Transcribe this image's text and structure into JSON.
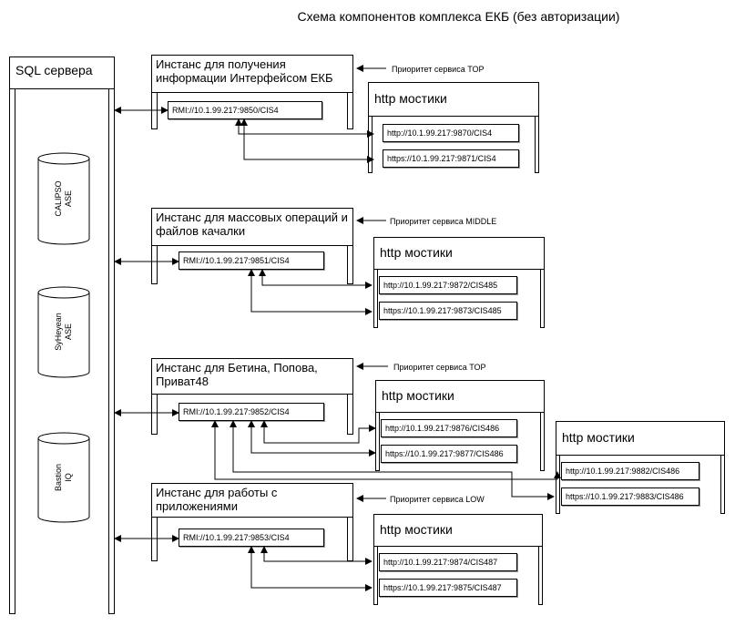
{
  "title": "Схема компонентов комплекса ЕКБ (без авторизации)",
  "sql": {
    "label": "SQL сервера",
    "databases": [
      {
        "line1": "CALIPSO",
        "line2": "ASE"
      },
      {
        "line1": "SyHeyean",
        "line2": "ASE"
      },
      {
        "line1": "Bastion",
        "line2": "IQ"
      }
    ]
  },
  "instances": [
    {
      "title": "Инстанс для получения информации Интерфейсом ЕКБ",
      "rmi": "RMI://10.1.99.217:9850/CIS4",
      "priority": "Приоритет сервиса TOP"
    },
    {
      "title": "Инстанс для массовых операций и файлов качалки",
      "rmi": "RMI://10.1.99.217:9851/CIS4",
      "priority": "Приоритет сервиса MIDDLE"
    },
    {
      "title": "Инстанс для Бетина, Попова, Приват48",
      "rmi": "RMI://10.1.99.217:9852/CIS4",
      "priority": "Приоритет сервиса TOP"
    },
    {
      "title": "Инстанс для работы с приложениями",
      "rmi": "RMI://10.1.99.217:9853/CIS4",
      "priority": "Приоритет сервиса LOW"
    }
  ],
  "bridges": [
    {
      "title": "http мостики",
      "http": "http://10.1.99.217:9870/CIS4",
      "https": "https://10.1.99.217:9871/CIS4"
    },
    {
      "title": "http мостики",
      "http": "http://10.1.99.217:9872/CIS485",
      "https": "https://10.1.99.217:9873/CIS485"
    },
    {
      "title": "http мостики",
      "http": "http://10.1.99.217:9876/CIS486",
      "https": "https://10.1.99.217:9877/CIS486"
    },
    {
      "title": "http мостики",
      "http": "http://10.1.99.217:9882/CIS486",
      "https": "https://10.1.99.217:9883/CIS486"
    },
    {
      "title": "http мостики",
      "http": "http://10.1.99.217:9874/CIS487",
      "https": "https://10.1.99.217:9875/CIS487"
    }
  ]
}
